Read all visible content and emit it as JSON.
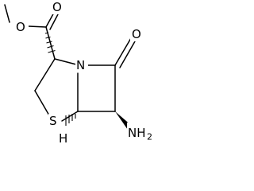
{
  "structure": {
    "atoms": {
      "ester_oxygen": "O",
      "carbonyl_oxygen_ester": "O",
      "ring_nitrogen": "N",
      "lactam_oxygen": "O",
      "sulfur": "S",
      "bridgehead_hydrogen": "H",
      "amino_group": "NH",
      "amino_subscript": "2"
    }
  }
}
